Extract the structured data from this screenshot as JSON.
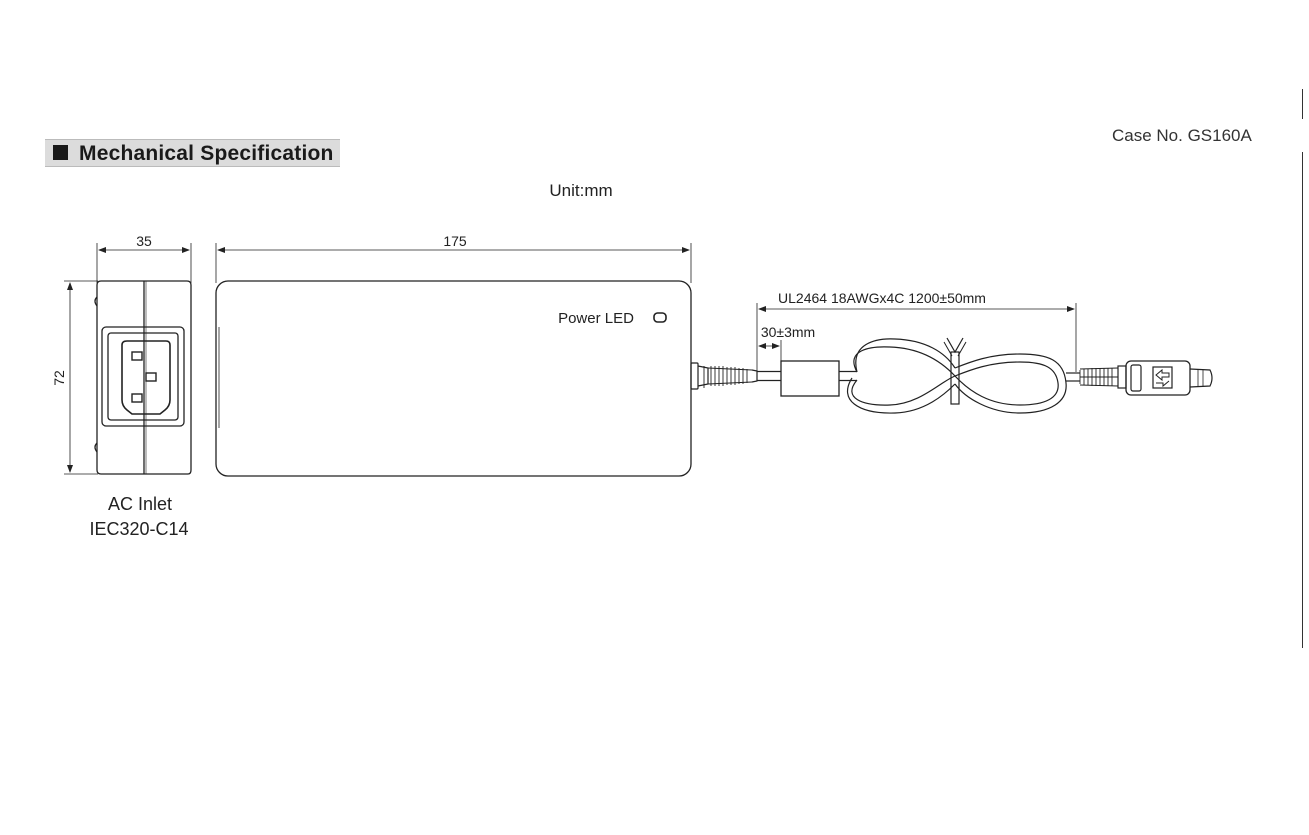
{
  "header": {
    "title": "Mechanical Specification",
    "partial_text": "Case No. GS160A"
  },
  "unit_label": "Unit:mm",
  "dimensions": {
    "width": "35",
    "length": "175",
    "height": "72",
    "cable": "UL2464 18AWGx4C 1200±50mm",
    "strain_relief": "30±3mm"
  },
  "labels": {
    "power_led": "Power LED",
    "ac_inlet_line1": "AC Inlet",
    "ac_inlet_line2": "IEC320-C14"
  },
  "colors": {
    "line": "#222222",
    "header_bg": "#dcdcdc"
  }
}
